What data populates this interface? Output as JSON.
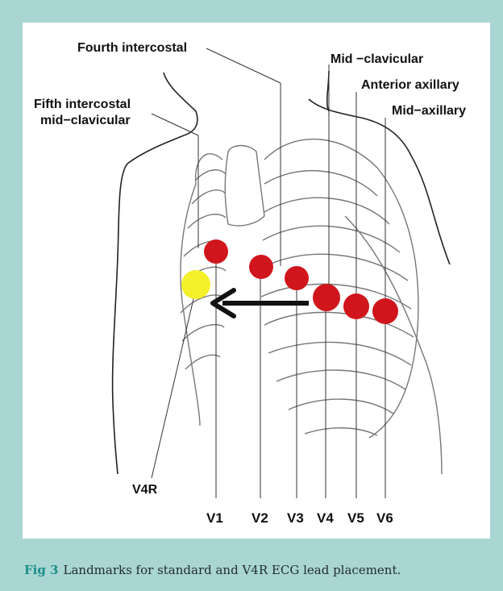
{
  "labels": {
    "fourth_intercostal": "Fourth intercostal",
    "fifth_intercostal_line1": "Fifth intercostal",
    "fifth_intercostal_line2": "mid−clavicular",
    "mid_clavicular": "Mid −clavicular",
    "anterior_axillary": "Anterior axillary",
    "mid_axillary": "Mid−axillary",
    "v4r": "V4R"
  },
  "leads": [
    {
      "label": "V1",
      "color": "#d0161c"
    },
    {
      "label": "V2",
      "color": "#d0161c"
    },
    {
      "label": "V3",
      "color": "#d0161c"
    },
    {
      "label": "V4",
      "color": "#d0161c"
    },
    {
      "label": "V5",
      "color": "#d0161c"
    },
    {
      "label": "V6",
      "color": "#d0161c"
    }
  ],
  "v4r_color": "#f4f02a",
  "caption": {
    "figure": "Fig 3",
    "text": "Landmarks for standard and V4R ECG lead placement."
  }
}
